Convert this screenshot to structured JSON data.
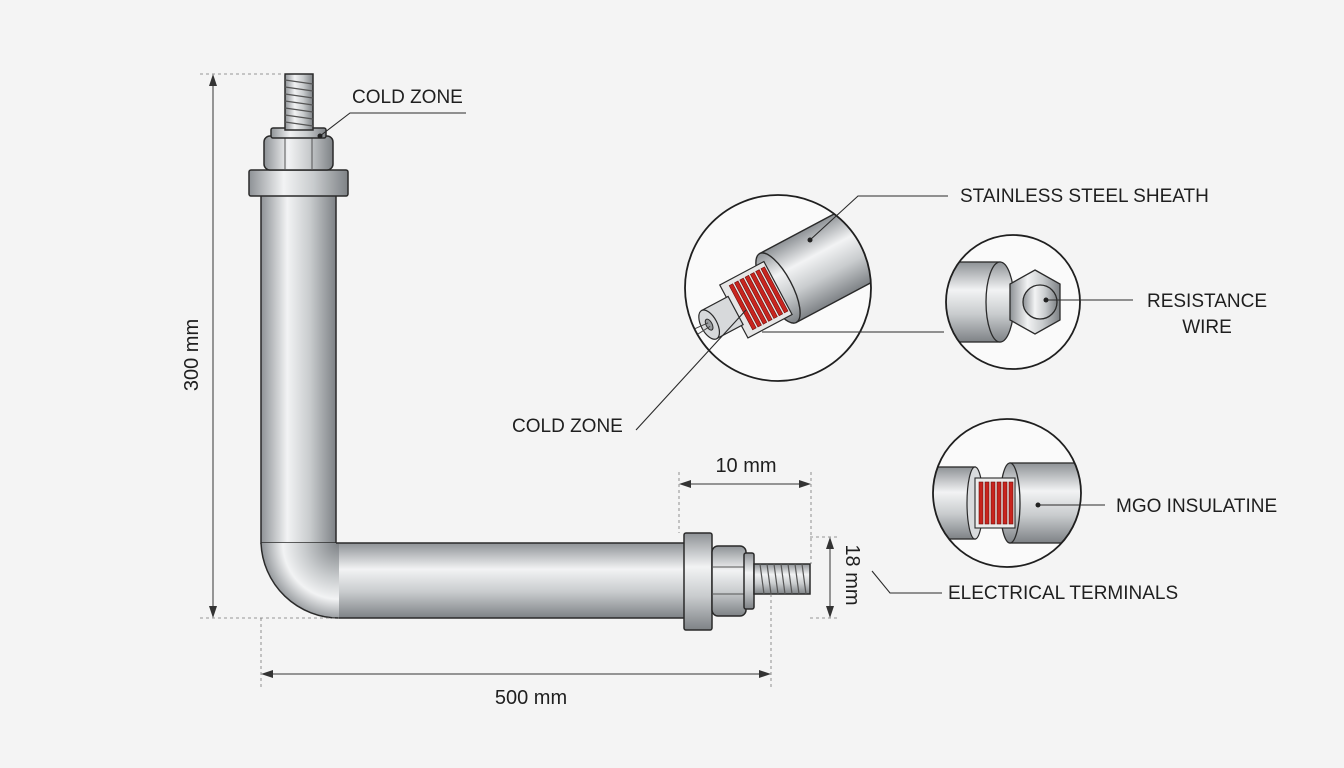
{
  "labels": {
    "cold_zone_top": "COLD ZONE",
    "cold_zone_mid": "COLD ZONE",
    "sheath": "STAINLESS STEEL SHEATH",
    "resistance_line1": "RESISTANCE",
    "resistance_line2": "WIRE",
    "insulation": "MGO INSULATINE",
    "terminals": "ELECTRICAL TERMINALS"
  },
  "dimensions": {
    "height": "300 mm",
    "width": "500 mm",
    "thread_length": "10 mm",
    "diameter": "18 mm"
  },
  "colors": {
    "background": "#f4f4f4",
    "steel_dark": "#8e9296",
    "steel_light": "#f2f3f4",
    "resistance_coil": "#c8241e",
    "outline": "#2a2a2a"
  }
}
